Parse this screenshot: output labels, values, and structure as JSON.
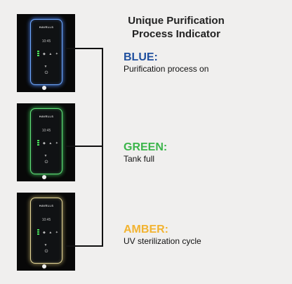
{
  "title": {
    "line1": "Unique Purification",
    "line2": "Process Indicator"
  },
  "devices": [
    {
      "brand": "HAVELLS",
      "time": "10:45",
      "glow": "#6fa9ff"
    },
    {
      "brand": "HAVELLS",
      "time": "10:45",
      "glow": "#62e27a"
    },
    {
      "brand": "HAVELLS",
      "time": "10:45",
      "glow": "#e4d79a"
    }
  ],
  "indicators": [
    {
      "name": "BLUE:",
      "description": "Purification process on",
      "color": "#1f4f9e"
    },
    {
      "name": "GREEN:",
      "description": "Tank full",
      "color": "#3bb54a"
    },
    {
      "name": "AMBER:",
      "description": "UV sterilization cycle",
      "color": "#f2b330"
    }
  ]
}
